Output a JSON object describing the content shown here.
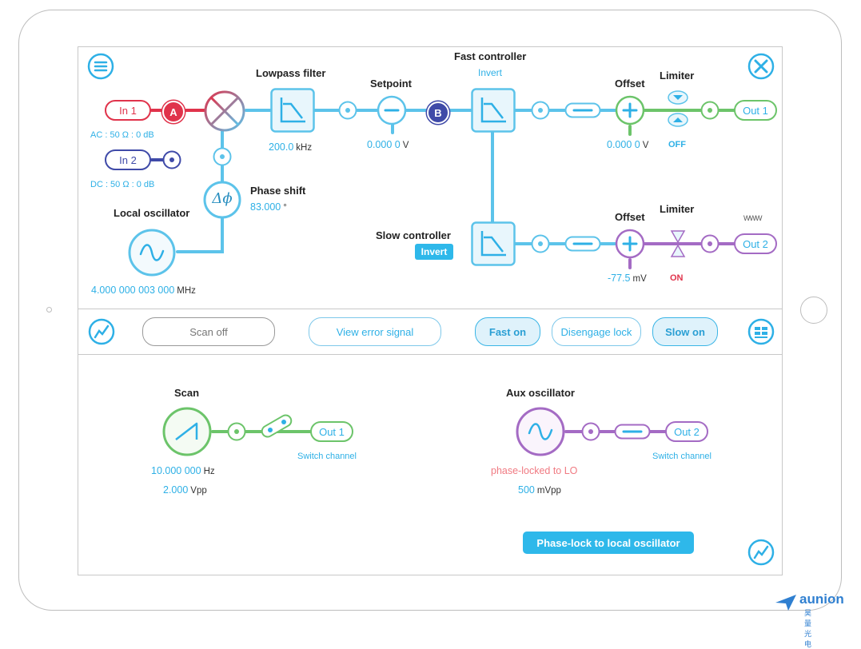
{
  "inputs": {
    "in1": "In 1",
    "in1_marker": "A",
    "in1_coupling": "AC : 50 Ω : 0 dB",
    "in2": "In 2",
    "in2_coupling": "DC : 50 Ω : 0 dB"
  },
  "lowpass": {
    "title": "Lowpass filter",
    "value": "200.0",
    "unit": "kHz"
  },
  "setpoint": {
    "title": "Setpoint",
    "value": "0.000 0",
    "unit": "V",
    "marker": "B"
  },
  "fast_controller": {
    "title": "Fast controller",
    "invert": "Invert"
  },
  "slow_controller": {
    "title": "Slow controller",
    "invert": "Invert"
  },
  "phase_shift": {
    "title": "Phase shift",
    "symbol": "Δϕ",
    "value": "83.000",
    "unit": "°"
  },
  "local_oscillator": {
    "title": "Local oscillator",
    "value": "4.000 000 003 000",
    "unit": "MHz"
  },
  "out1_chain": {
    "offset_title": "Offset",
    "offset_value": "0.000 0",
    "offset_unit": "V",
    "limiter_title": "Limiter",
    "limiter_state": "OFF",
    "out": "Out 1"
  },
  "out2_chain": {
    "offset_title": "Offset",
    "offset_value": "-77.5",
    "offset_unit": "mV",
    "limiter_title": "Limiter",
    "limiter_state": "ON",
    "out": "Out 2",
    "wave_glyph": "WWW"
  },
  "toolbar": {
    "scan_off": "Scan off",
    "view_error": "View error signal",
    "fast_on": "Fast on",
    "disengage": "Disengage lock",
    "slow_on": "Slow on"
  },
  "scan": {
    "title": "Scan",
    "freq": "10.000 000",
    "freq_unit": "Hz",
    "amp": "2.000",
    "amp_unit": "Vpp",
    "out": "Out 1",
    "switch": "Switch channel"
  },
  "aux": {
    "title": "Aux oscillator",
    "status": "phase-locked to LO",
    "amp": "500",
    "amp_unit": "mVpp",
    "out": "Out 2",
    "switch": "Switch channel"
  },
  "phase_lock_button": "Phase-lock to local oscillator",
  "watermark": {
    "brand": "aunion",
    "sub": "昊量光电"
  },
  "icons": {
    "menu": "menu-icon",
    "tools": "tools-icon",
    "graph": "graph-icon",
    "grid": "grid-icon"
  },
  "colors": {
    "accent": "#2eb0e6",
    "green": "#6cc46a",
    "purple": "#a46bc4",
    "red": "#e0334b",
    "navy": "#3f4aa8"
  }
}
